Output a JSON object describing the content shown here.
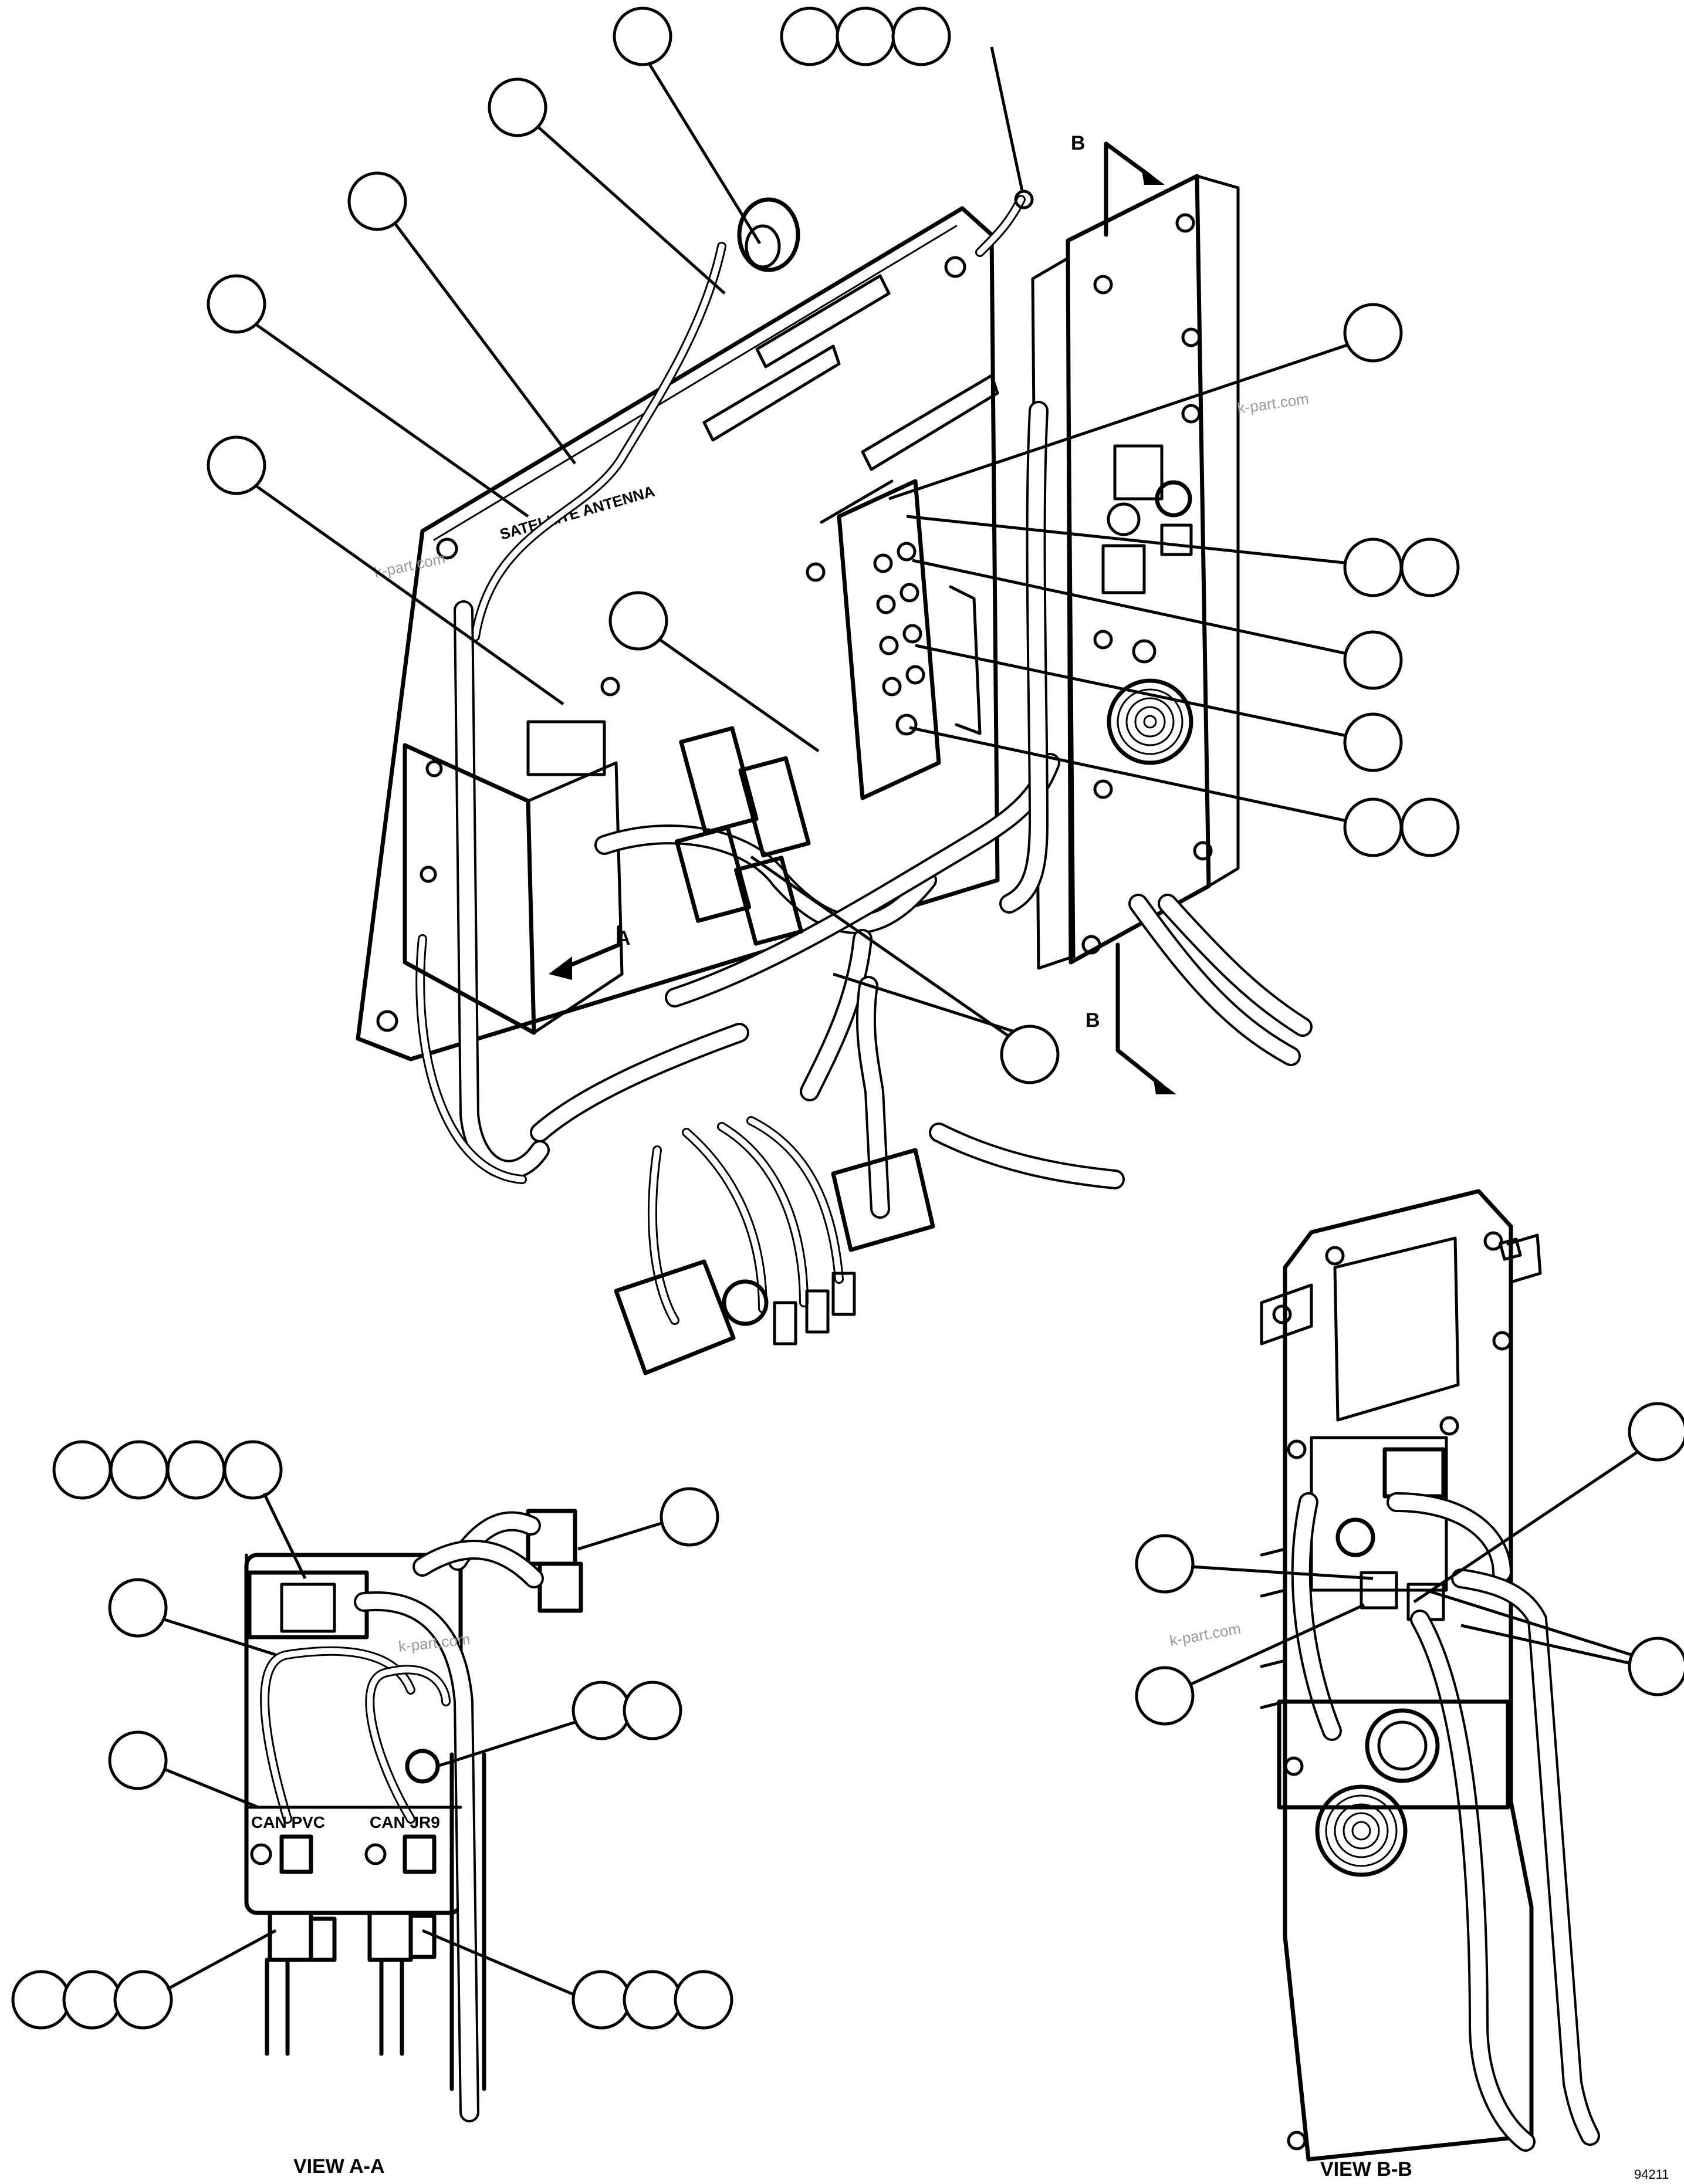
{
  "main_view": {
    "section_marks": {
      "b_top": "B",
      "b_bottom": "B",
      "a": "A"
    },
    "plate_label": "SATELLITE ANTENNA",
    "watermarks": [
      "k-part.com",
      "k-part.com"
    ]
  },
  "view_a": {
    "title": "VIEW A-A",
    "label_left": "CAN PVC",
    "label_right": "CAN JR9",
    "watermark": "k-part.com"
  },
  "view_b": {
    "title": "VIEW B-B",
    "watermark": "k-part.com"
  },
  "figure_code": "94211"
}
